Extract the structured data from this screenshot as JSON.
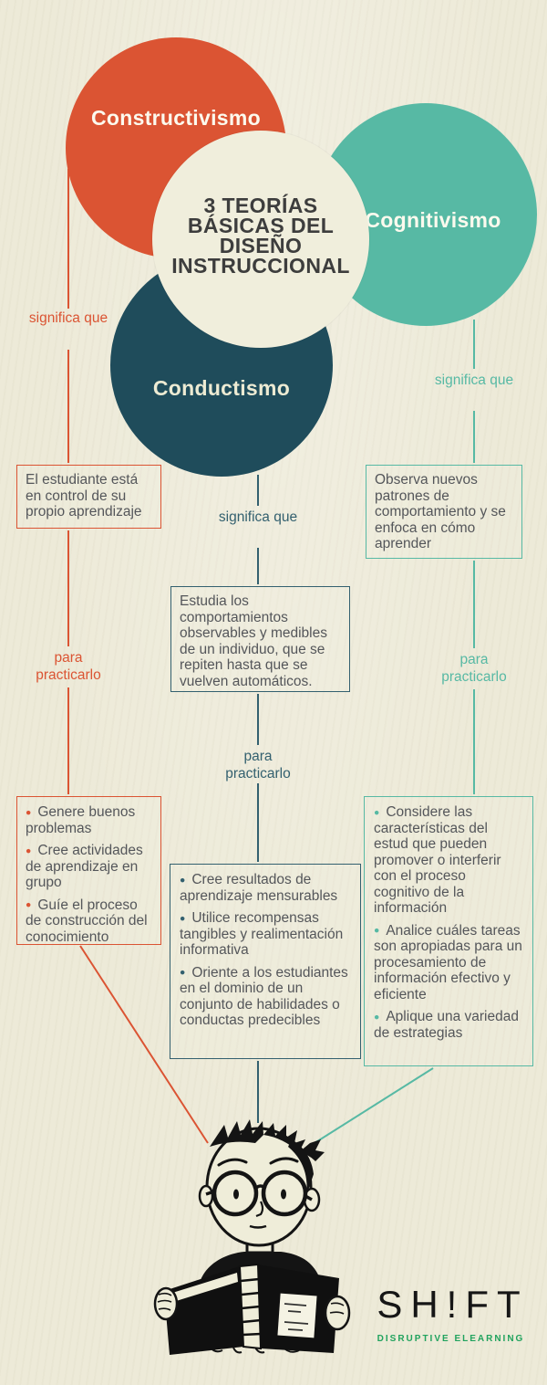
{
  "colors": {
    "bg": "#EDEAD8",
    "cream": "#F0EEDC",
    "orange": "#DB5433",
    "teal": "#57B9A4",
    "navy": "#1F4C5B",
    "mid": "#33606F",
    "ink": "#3D3D3D",
    "gray": "#54565A",
    "green": "#21A35E",
    "black": "#161616"
  },
  "title": {
    "line1": "3 TEORÍAS",
    "line2": "BÁSICAS DEL",
    "line3": "DISEÑO",
    "line4": "INSTRUCCIONAL"
  },
  "circles": {
    "constructivismo": {
      "label": "Constructivismo",
      "color": "#DB5433"
    },
    "cognitivismo": {
      "label": "Cognitivismo",
      "color": "#57B9A4"
    },
    "conductismo": {
      "label": "Conductismo",
      "color": "#1F4C5B"
    }
  },
  "columns": [
    {
      "id": "constructivismo",
      "significa_label": "significa que",
      "definition": "El estudiante está en control de su propio aprendizaje",
      "para_label": "para practicarlo",
      "practices": [
        "Genere buenos problemas",
        "Cree actividades de aprendizaje en grupo",
        "Guíe el proceso de construcción del conocimiento"
      ]
    },
    {
      "id": "conductismo",
      "significa_label": "significa que",
      "definition": "Estudia los comportamientos observables y medibles de un individuo, que se repiten hasta que se vuelven automáticos.",
      "para_label": "para practicarlo",
      "practices": [
        "Cree resultados de aprendizaje mensurables",
        "Utilice recompensas tangibles y realimentación informativa",
        "Oriente a los estudiantes en el dominio de un conjunto de habilidades o conductas predecibles"
      ]
    },
    {
      "id": "cognitivismo",
      "significa_label": "significa que",
      "definition": "Observa nuevos patrones de comportamiento y se enfoca en cómo aprender",
      "para_label": "para practicarlo",
      "practices": [
        "Considere las características del estud que pueden promover o interferir con el proceso cognitivo de la información",
        "Analice cuáles tareas son apropiadas para un procesamiento de información efectivo y eficiente",
        "Aplique una variedad de estrategias"
      ]
    }
  ],
  "footer": {
    "brand": "SH!FT",
    "tagline": "DISRUPTIVE ELEARNING"
  }
}
